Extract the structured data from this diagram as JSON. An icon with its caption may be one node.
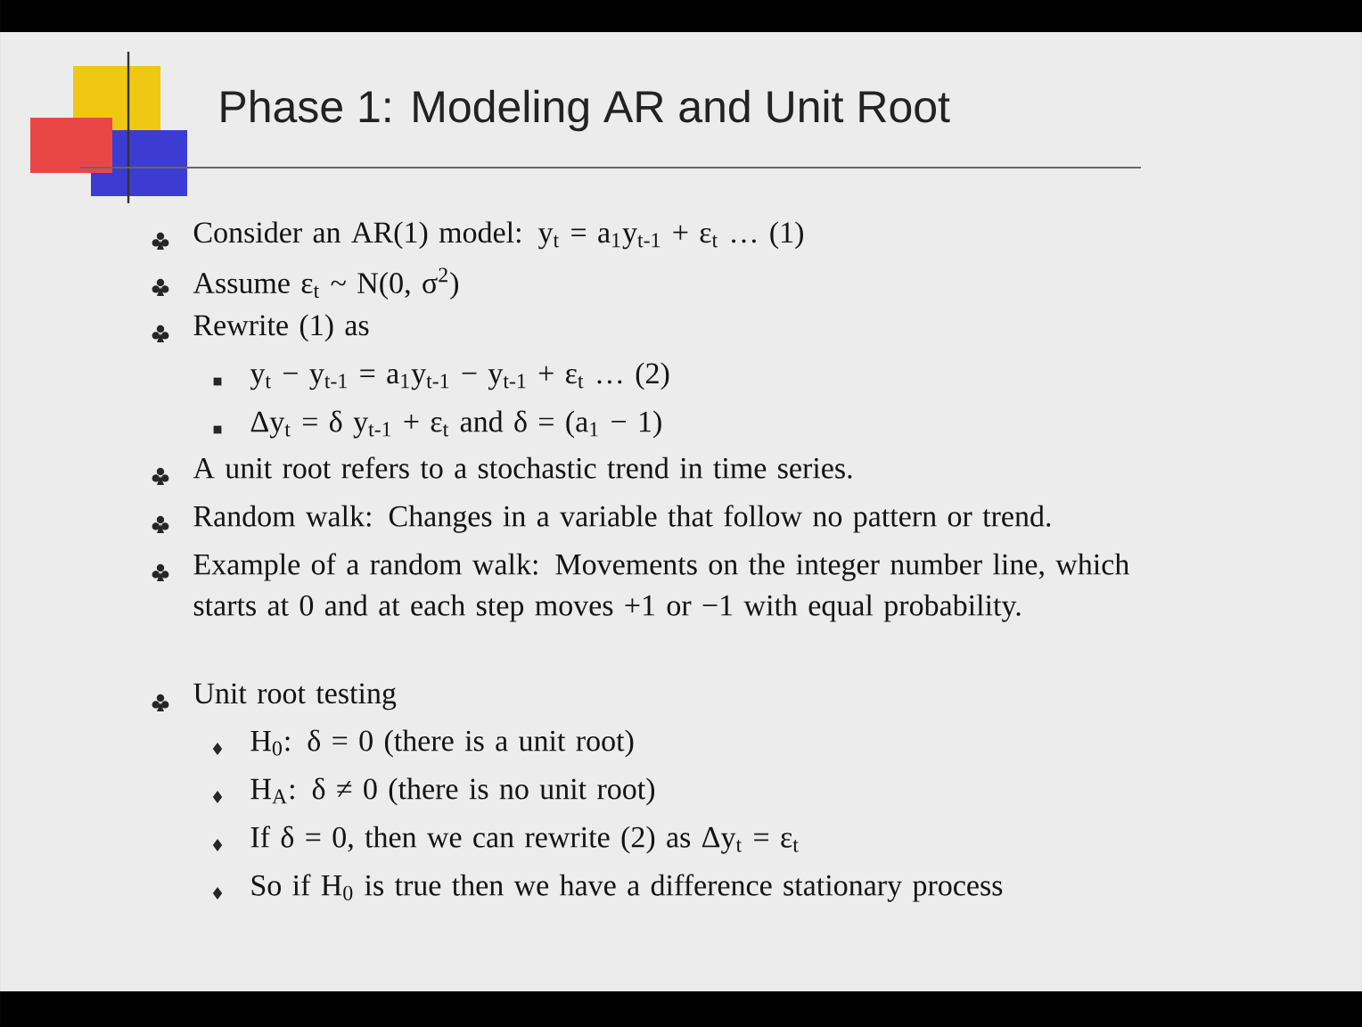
{
  "diagram": {
    "title": "Phase 1: Modeling AR and Unit Root",
    "labels": [
      "Consider an AR(1) model: y$_{t}$ = a$_{1}$y$_{t-1}$ + ε$_{t}$ … (1)",
      "Assume ε$_{t}$ ~ N(0, σ$^{2}$)",
      "Rewrite (1) as",
      "y$_{t}$ − y$_{t-1}$ = a$_{1}$y$_{t-1}$ − y$_{t-1}$ + ε$_{t}$ … (2)",
      "Δy$_{t}$ = δ y$_{t-1}$ + ε$_{t}$ and δ = (a$_{1}$ − 1)",
      "A unit root refers to a stochastic trend in time series.",
      "Random walk: Changes in a variable that follow no pattern or trend.",
      "Example of a random walk: Movements on the integer number line, which starts at 0 and at each step moves +1 or −1 with equal probability.",
      "Unit root testing",
      "H$_{0}$: δ = 0 (there is a unit root)",
      "H$_{A}$: δ ≠ 0 (there is no unit root)",
      "If δ = 0, then we can rewrite (2) as Δy$_{t}$ = ε$_{t}$",
      "So if H$_{0}$ is true then we have a difference stationary process"
    ]
  }
}
